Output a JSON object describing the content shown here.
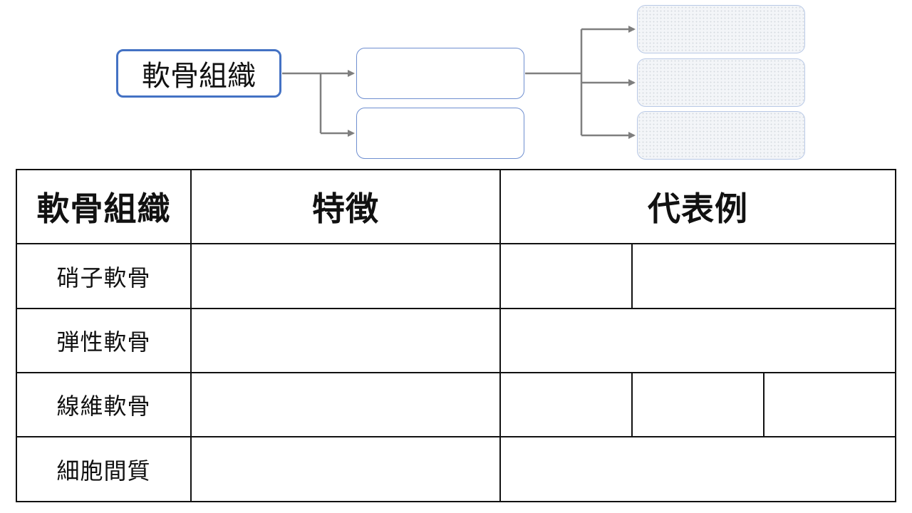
{
  "diagram": {
    "root_label": "軟骨組織",
    "line_color": "#7f7f7f",
    "root_border_color": "#4472c4"
  },
  "table": {
    "headers": [
      "軟骨組織",
      "特徴",
      "代表例"
    ],
    "rows": [
      {
        "label": "硝子軟骨"
      },
      {
        "label": "弾性軟骨"
      },
      {
        "label": "線維軟骨"
      },
      {
        "label": "細胞間質"
      }
    ]
  }
}
